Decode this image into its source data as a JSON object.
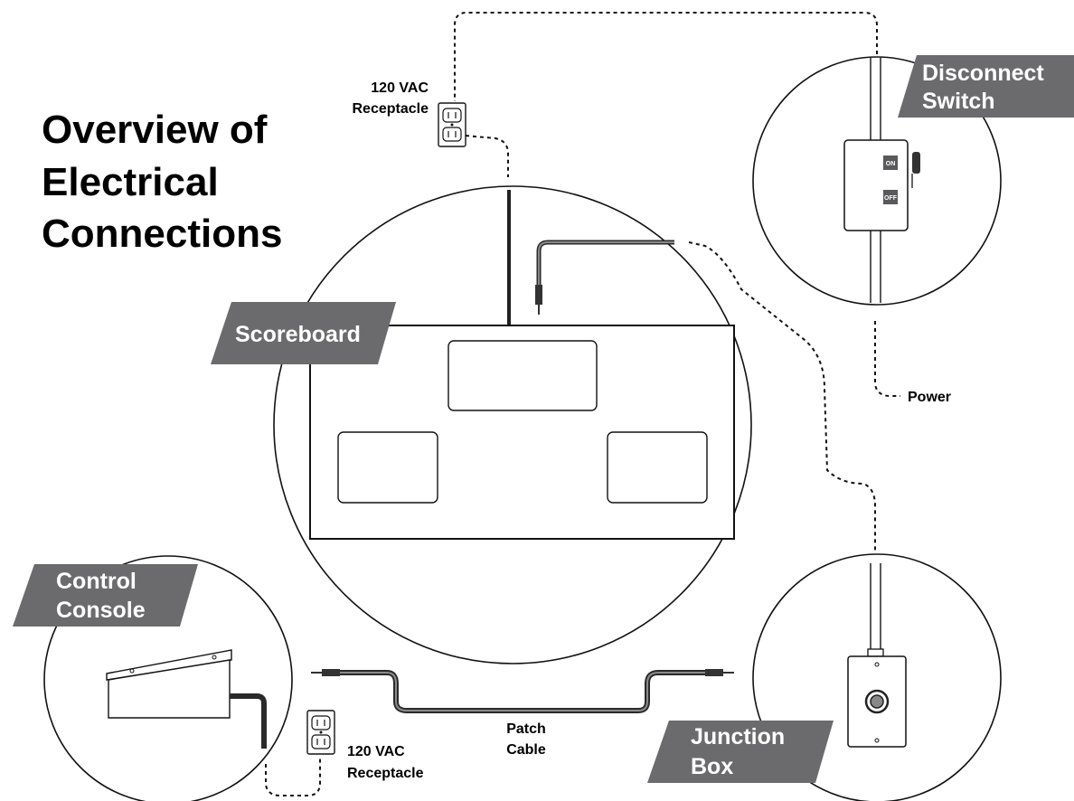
{
  "title": {
    "line1": "Overview of",
    "line2": "Electrical",
    "line3": "Connections"
  },
  "labels": {
    "receptacle_top_line1": "120 VAC",
    "receptacle_top_line2": "Receptacle",
    "receptacle_bottom_line1": "120 VAC",
    "receptacle_bottom_line2": "Receptacle",
    "power": "Power",
    "patch_cable_line1": "Patch",
    "patch_cable_line2": "Cable"
  },
  "tags": {
    "scoreboard": "Scoreboard",
    "disconnect_switch_line1": "Disconnect",
    "disconnect_switch_line2": "Switch",
    "control_console_line1": "Control",
    "control_console_line2": "Console",
    "junction_box_line1": "Junction",
    "junction_box_line2": "Box"
  },
  "switch": {
    "on_label": "ON",
    "off_label": "OFF"
  },
  "colors": {
    "tag_fill": "#6b6b6d",
    "tag_text": "#ffffff",
    "line": "#111111",
    "cable_outer": "#2a2a2a",
    "cable_inner": "#8a8a8a"
  }
}
